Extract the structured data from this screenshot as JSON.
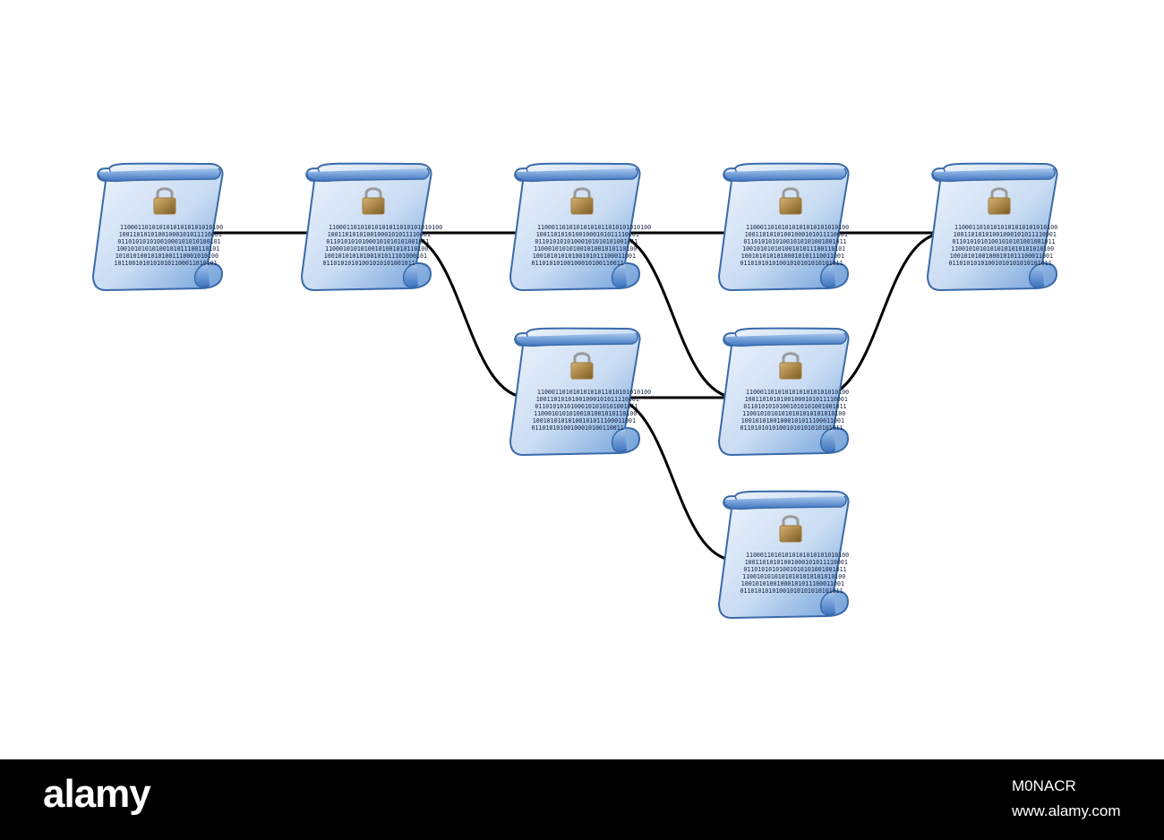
{
  "diagram": {
    "colors": {
      "scroll_edge": "#3f6fb0",
      "scroll_face": "#dbe8f7",
      "link": "#000000",
      "lock_body": "#a07c3c"
    },
    "icon": "padlock-icon",
    "nodes": [
      {
        "id": "a1",
        "binary": [
          "11000110101010101010101010100",
          "10011010101001000101011110001",
          "01101010101001000101010100101",
          "10010101010100101011100110101",
          "10101010010101001110001010100",
          "10110010101010101100011010101"
        ]
      },
      {
        "id": "a2",
        "binary": [
          "11000110101010101011010101010100",
          "10011010101001000101011110001",
          "01101010101000101010101001011",
          "11000101010100101001010110100",
          "10010101010100101011101000101",
          "01101010101001010101001011"
        ]
      },
      {
        "id": "a3",
        "binary": [
          "11000110101010101011010101010100",
          "10011010101001000101011110001",
          "01101010101000101010101001011",
          "11000101010100101001010110100",
          "10010101010100101011100011001",
          "01101010100100010100110011"
        ]
      },
      {
        "id": "a4",
        "binary": [
          "11000110101010101010101010100",
          "10011010101001000101011110001",
          "01101010101001010101001001011",
          "10010101010100101011100110101",
          "10010101010100010101110011001",
          "01101010101001010101010101011"
        ]
      },
      {
        "id": "a5",
        "binary": [
          "11000110101010101010101010100",
          "10011010101001000101011110001",
          "01101010101001010101001001011",
          "11001010101010101010101010100",
          "10010101001000101011100011001",
          "01101010101001010101010101011"
        ]
      },
      {
        "id": "b3",
        "binary": [
          "11000110101010101011010101010100",
          "10011010101001000101011110001",
          "01101010101000101010101001011",
          "11000101010100101001010110100",
          "10010101010100101011100011001",
          "01101010100100010100110011"
        ]
      },
      {
        "id": "b4",
        "binary": [
          "11000110101010101010101010100",
          "10011010101001000101011110001",
          "01101010101001010101001001011",
          "11001010101010101010101010100",
          "10010101001000101011100011001",
          "01101010101001010101010101011"
        ]
      },
      {
        "id": "c4",
        "binary": [
          "11000110101010101010101010100",
          "10011010101001000101011110001",
          "01101010101001010101001001011",
          "11001010101010101010101010100",
          "10010101001000101011100011001",
          "01101010101001010101010101011"
        ]
      }
    ],
    "links": [
      [
        "a1",
        "a2"
      ],
      [
        "a2",
        "a3"
      ],
      [
        "a2",
        "b3"
      ],
      [
        "a3",
        "a4"
      ],
      [
        "a3",
        "b4"
      ],
      [
        "a4",
        "a5"
      ],
      [
        "b3",
        "b4"
      ],
      [
        "b3",
        "c4"
      ],
      [
        "b4",
        "a5"
      ]
    ]
  },
  "footer": {
    "logo": "alamy",
    "image_id": "M0NACR",
    "website": "www.alamy.com"
  }
}
